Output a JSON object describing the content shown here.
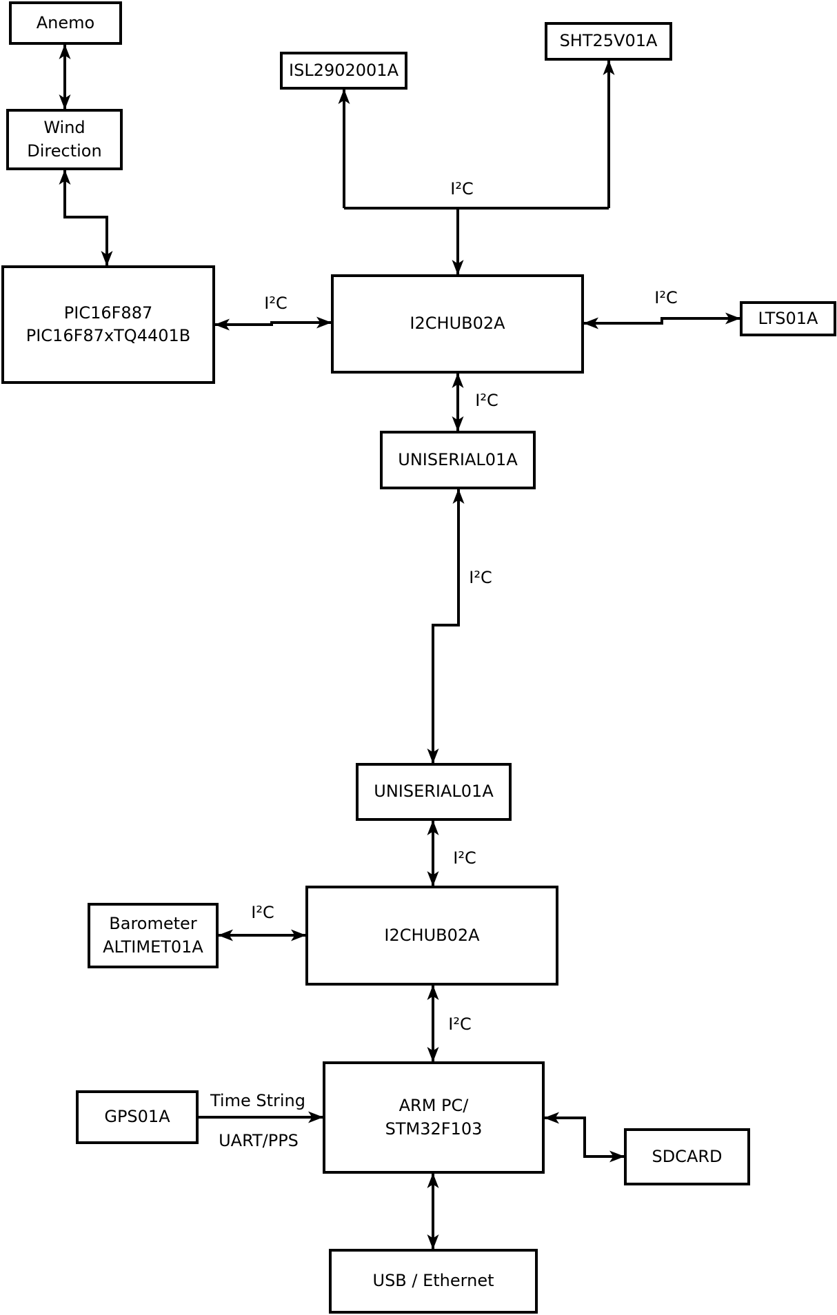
{
  "diagram": {
    "background_color": "#ffffff",
    "stroke_color": "#000000"
  },
  "nodes": {
    "anemo": {
      "lines": [
        "Anemo"
      ]
    },
    "wind_direction": {
      "lines": [
        "Wind",
        "Direction"
      ]
    },
    "pic": {
      "lines": [
        "PIC16F887",
        "PIC16F87xTQ4401B"
      ]
    },
    "isl": {
      "lines": [
        "ISL2902001A"
      ]
    },
    "sht": {
      "lines": [
        "SHT25V01A"
      ]
    },
    "i2chub_top": {
      "lines": [
        "I2CHUB02A"
      ]
    },
    "lts": {
      "lines": [
        "LTS01A"
      ]
    },
    "uniserial_top": {
      "lines": [
        "UNISERIAL01A"
      ]
    },
    "uniserial_bottom": {
      "lines": [
        "UNISERIAL01A"
      ]
    },
    "i2chub_bottom": {
      "lines": [
        "I2CHUB02A"
      ]
    },
    "barometer": {
      "lines": [
        "Barometer",
        "ALTIMET01A"
      ]
    },
    "gps": {
      "lines": [
        "GPS01A"
      ]
    },
    "arm_pc": {
      "lines": [
        "ARM PC/",
        "STM32F103"
      ]
    },
    "sdcard": {
      "lines": [
        "SDCARD"
      ]
    },
    "usb": {
      "lines": [
        "USB / Ethernet"
      ]
    }
  },
  "labels": {
    "i2c": "I²C",
    "time_string": "Time String",
    "uart_pps": "UART/PPS"
  },
  "edges": [
    {
      "from": "Anemo",
      "to": "Wind Direction",
      "arrows": "both"
    },
    {
      "from": "Wind Direction",
      "to": "PIC16F887 PIC16F87xTQ4401B",
      "arrows": "both"
    },
    {
      "from": "I2CHUB02A (top)",
      "to": "ISL2902001A",
      "label": "I²C",
      "arrows": "single"
    },
    {
      "from": "I2CHUB02A (top)",
      "to": "SHT25V01A",
      "label": "I²C",
      "arrows": "single"
    },
    {
      "from": "PIC16F887 PIC16F87xTQ4401B",
      "to": "I2CHUB02A (top)",
      "label": "I²C",
      "arrows": "both"
    },
    {
      "from": "I2CHUB02A (top)",
      "to": "LTS01A",
      "label": "I²C",
      "arrows": "both"
    },
    {
      "from": "I2CHUB02A (top)",
      "to": "UNISERIAL01A (top)",
      "label": "I²C",
      "arrows": "both"
    },
    {
      "from": "UNISERIAL01A (top)",
      "to": "UNISERIAL01A (bottom)",
      "label": "I²C",
      "arrows": "both"
    },
    {
      "from": "UNISERIAL01A (bottom)",
      "to": "I2CHUB02A (bottom)",
      "label": "I²C",
      "arrows": "both"
    },
    {
      "from": "Barometer ALTIMET01A",
      "to": "I2CHUB02A (bottom)",
      "label": "I²C",
      "arrows": "both"
    },
    {
      "from": "I2CHUB02A (bottom)",
      "to": "ARM PC/STM32F103",
      "label": "I²C",
      "arrows": "both"
    },
    {
      "from": "GPS01A",
      "to": "ARM PC/STM32F103",
      "label": "Time String UART/PPS",
      "arrows": "single"
    },
    {
      "from": "ARM PC/STM32F103",
      "to": "SDCARD",
      "arrows": "both"
    },
    {
      "from": "ARM PC/STM32F103",
      "to": "USB / Ethernet",
      "arrows": "both"
    }
  ]
}
